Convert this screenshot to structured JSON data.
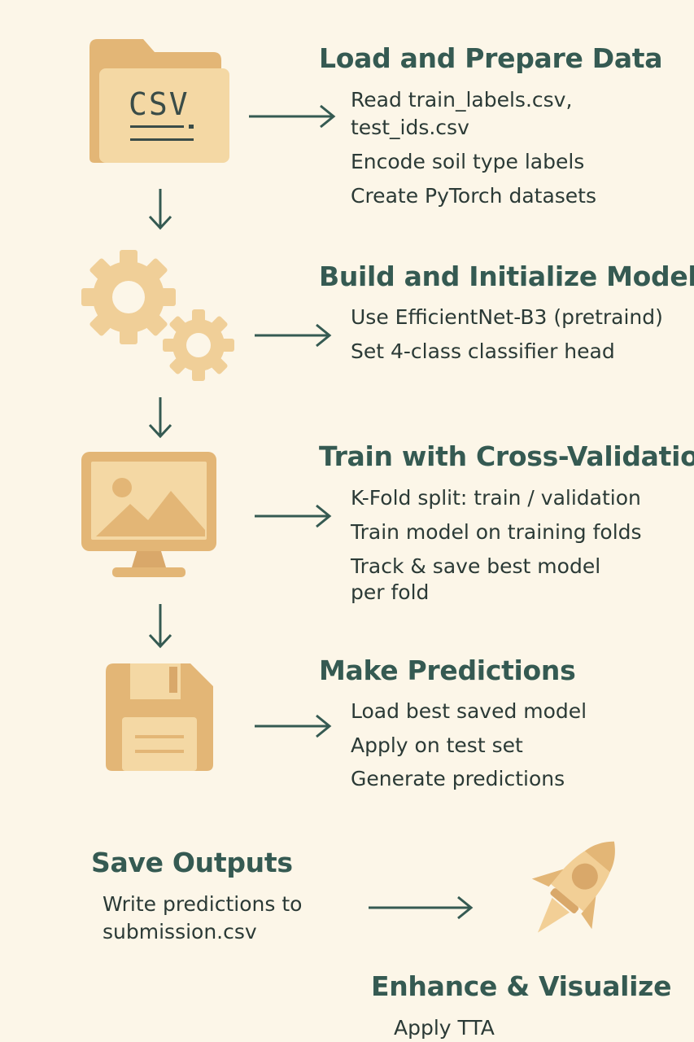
{
  "steps": [
    {
      "title": "Load and Prepare Data",
      "icon": "csv-folder-icon",
      "icon_label": "CSV",
      "items": [
        "Read train_labels.csv,",
        "test_ids.csv",
        "Encode soil type labels",
        "Create PyTorch datasets"
      ]
    },
    {
      "title": "Build and Initialize Model",
      "icon": "gears-icon",
      "items": [
        "Use EfficientNet-B3 (pretraind)",
        "Set 4-class classifier head"
      ]
    },
    {
      "title": "Train with Cross-Validation",
      "icon": "monitor-image-icon",
      "items": [
        "K-Fold split: train / validation",
        "Train model on training folds",
        "Track & save best model",
        "per fold"
      ]
    },
    {
      "title": "Make Predictions",
      "icon": "floppy-disk-icon",
      "items": [
        "Load best saved model",
        "Apply on test set",
        "Generate predictions"
      ]
    },
    {
      "title": "Save Outputs",
      "items": [
        "Write predictions to",
        "submission.csv"
      ]
    },
    {
      "title": "Enhance & Visualize",
      "icon": "rocket-icon",
      "items": [
        "Apply TTA"
      ]
    }
  ],
  "colors": {
    "background": "#fcf6e8",
    "icon_light": "#f3d6a2",
    "icon_mid": "#e9c187",
    "icon_dark": "#d9a86a",
    "arrow": "#355a52",
    "title": "#355a52"
  }
}
